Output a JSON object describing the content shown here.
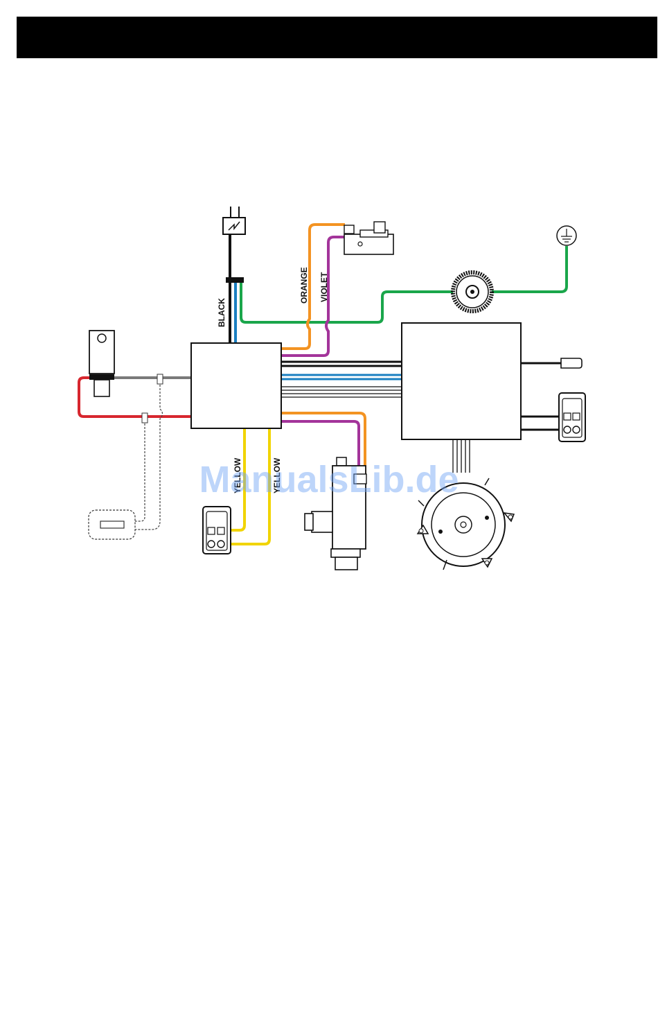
{
  "header": {
    "text": ""
  },
  "labels": {
    "black": "BLACK",
    "orange": "ORANGE",
    "violet": "VIOLET",
    "yellow_1": "YELLOW",
    "yellow_2": "YELLOW"
  },
  "watermark": "ManualsLib.de",
  "colors": {
    "black": "#111111",
    "blue": "#1a7fc1",
    "green": "#1aa64b",
    "orange": "#f39322",
    "violet": "#a3349a",
    "red": "#d7262e",
    "yellow": "#f1d400",
    "gray": "#7a7a7a"
  }
}
